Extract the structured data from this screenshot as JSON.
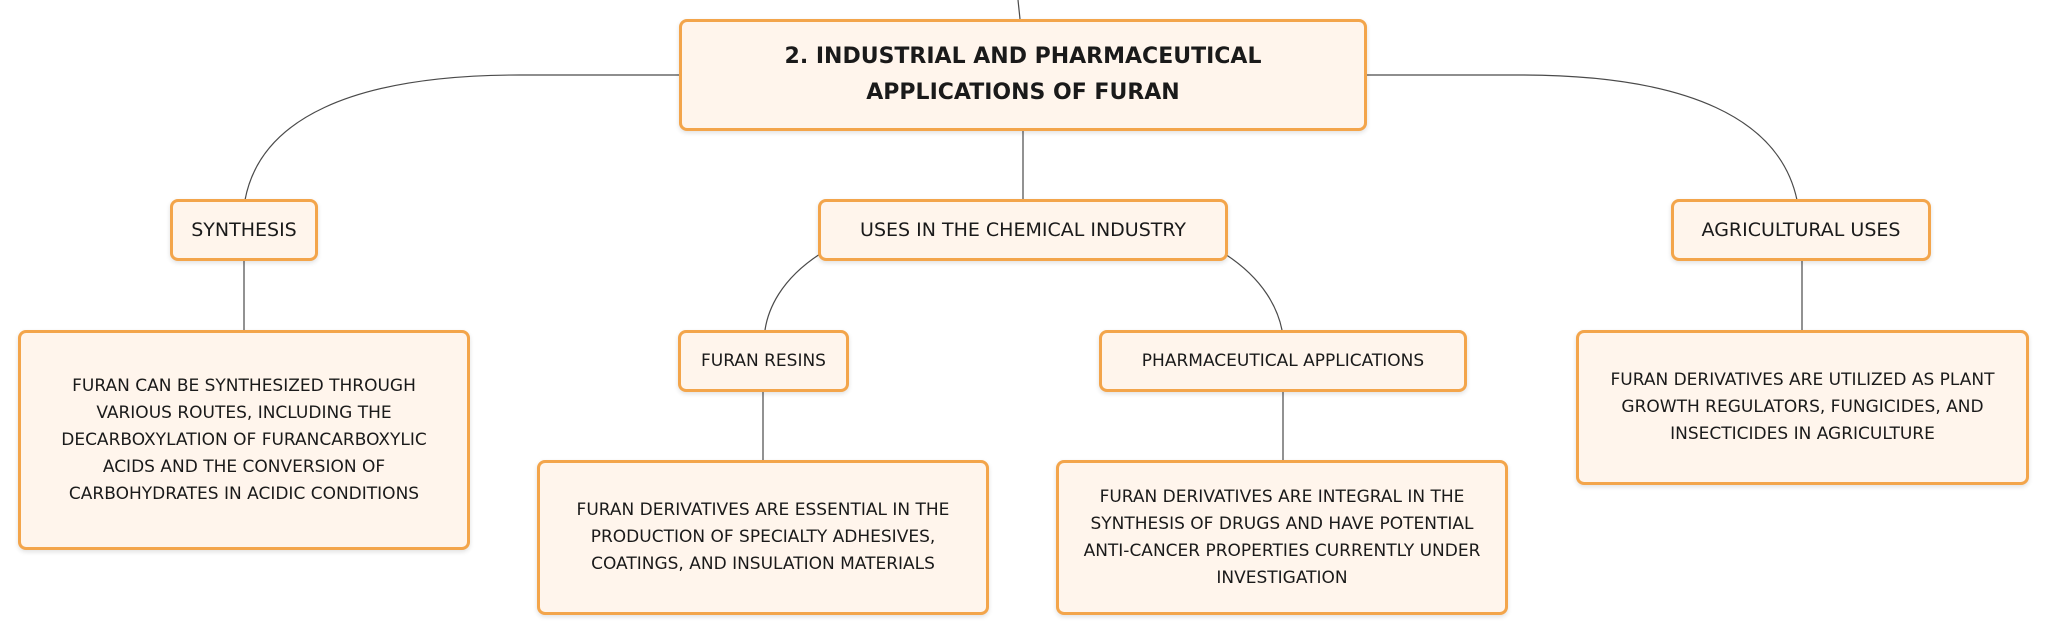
{
  "mindmap": {
    "root": {
      "label": "2. INDUSTRIAL AND PHARMACEUTICAL APPLICATIONS OF FURAN"
    },
    "branches": [
      {
        "label": "SYNTHESIS",
        "detail": "FURAN CAN BE SYNTHESIZED THROUGH VARIOUS ROUTES, INCLUDING THE DECARBOXYLATION OF FURANCARBOXYLIC ACIDS AND THE CONVERSION OF CARBOHYDRATES IN ACIDIC CONDITIONS"
      },
      {
        "label": "USES IN THE CHEMICAL INDUSTRY",
        "children": [
          {
            "label": "FURAN RESINS",
            "detail": "FURAN DERIVATIVES ARE ESSENTIAL IN THE PRODUCTION OF SPECIALTY ADHESIVES, COATINGS, AND INSULATION MATERIALS"
          },
          {
            "label": "PHARMACEUTICAL APPLICATIONS",
            "detail": "FURAN DERIVATIVES ARE INTEGRAL IN THE SYNTHESIS OF DRUGS AND HAVE POTENTIAL ANTI-CANCER PROPERTIES CURRENTLY UNDER INVESTIGATION"
          }
        ]
      },
      {
        "label": "AGRICULTURAL USES",
        "detail": "FURAN DERIVATIVES ARE UTILIZED AS PLANT GROWTH REGULATORS, FUNGICIDES, AND INSECTICIDES IN AGRICULTURE"
      }
    ]
  },
  "colors": {
    "node_fill": "#fff5ec",
    "node_border": "#f3a54b",
    "connector": "#4a4a4a",
    "text": "#1a1a1a"
  }
}
